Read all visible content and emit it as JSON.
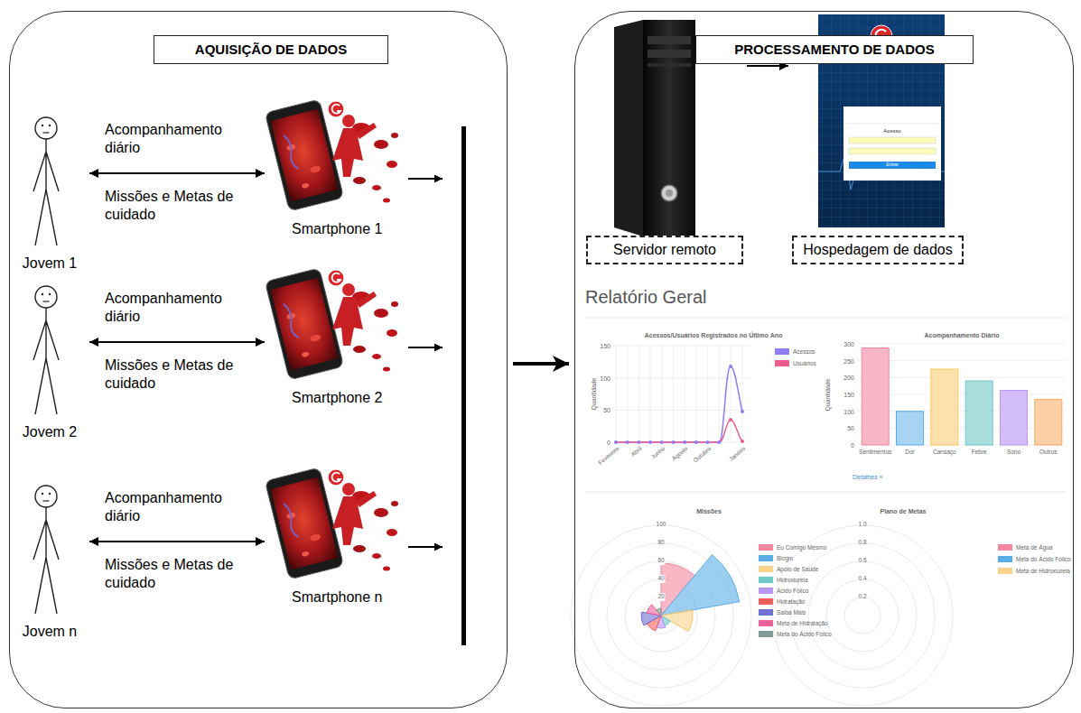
{
  "diagram": {
    "nodes": [
      {
        "text": [
          "AQUISIÇÃO DE DADOS"
        ]
      },
      {
        "text": [
          "Jovem 1"
        ],
        "in": 0
      },
      {
        "text": [
          "Smartphone 1"
        ],
        "in": 0
      },
      {
        "text": [
          "Jovem 2"
        ],
        "in": 0
      },
      {
        "text": [
          "Smartphone 2"
        ],
        "in": 0
      },
      {
        "text": [
          "Jovem n"
        ],
        "in": 0
      },
      {
        "text": [
          "Smartphone n"
        ],
        "in": 0
      },
      {
        "text": [
          "PROCESSAMENTO DE DADOS"
        ]
      },
      {
        "text": [
          "Servidor remoto"
        ],
        "in": 7
      },
      {
        "text": [
          "Hospedagem de dados"
        ],
        "in": 7
      }
    ],
    "edges": [
      {
        "from": 1,
        "to": 2,
        "arrow": "both",
        "label": "Acompanhamento diário"
      },
      {
        "from": 3,
        "to": 4,
        "arrow": "both",
        "label": "Acompanhamento diário"
      },
      {
        "from": 5,
        "to": 6,
        "arrow": "both",
        "label": "Acompanhamento diário"
      },
      {
        "from": 0,
        "to": 7,
        "arrow": "to"
      },
      {
        "from": 8,
        "to": 9,
        "arrow": "to"
      }
    ],
    "labels": [
      "Missões e Metas de cuidado",
      "Missões e Metas de cuidado",
      "Missões e Metas de cuidado",
      "Acesso",
      "Entrar",
      "Relatório Geral",
      "Acessos/Usuários Registrados no Último Ano",
      "150",
      "100",
      "50",
      "0",
      "Quantidade",
      "Fevereiro",
      "Abril",
      "Junho",
      "Agosto",
      "Outubro",
      "Janeiro",
      "Acompanhamento Diário",
      "300",
      "250",
      "200",
      "150",
      "100",
      "50",
      "0",
      "Quantidade",
      "Sentimentos",
      "Dor",
      "Cansaço",
      "Febre",
      "Sono",
      "Outros",
      "Detalhes »",
      "Missões",
      "100",
      "80",
      "60",
      "40",
      "20",
      "Plano de Metas",
      "1.0",
      "0.8",
      "0.6",
      "0.4",
      "0.2"
    ],
    "legend": [
      {
        "text": "Acessos",
        "color": "#8f7cf0"
      },
      {
        "text": "Usuários",
        "color": "#ef5b8f"
      },
      {
        "text": "Eu Comigo Mesmo",
        "color": "#f4879f"
      },
      {
        "text": "Blogin",
        "color": "#5aaee8"
      },
      {
        "text": "Apoio de Saúde",
        "color": "#fbd38a"
      },
      {
        "text": "Hidroxiureia",
        "color": "#6dc8c8"
      },
      {
        "text": "Ácido Fólico",
        "color": "#b996f5"
      },
      {
        "text": "Hidratação",
        "color": "#f25f5c"
      },
      {
        "text": "Saiba Mais",
        "color": "#6f6fd4"
      },
      {
        "text": "Meta de Hidratação",
        "color": "#f0609a"
      },
      {
        "text": "Meta do Ácido Fólico",
        "color": "#7f9c98"
      },
      {
        "text": "Meta de Água",
        "color": "#f4879f"
      },
      {
        "text": "Meta do Ácido Fólico",
        "color": "#5aaee8"
      },
      {
        "text": "Meta de Hidroxiureia",
        "color": "#fbd38a"
      }
    ]
  }
}
